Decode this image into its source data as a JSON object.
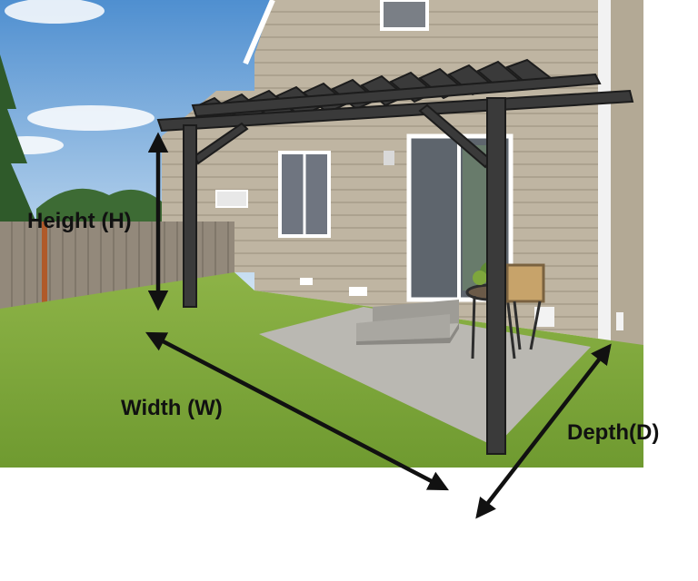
{
  "labels": {
    "height": "Height (H)",
    "width": "Width (W)",
    "depth": "Depth(D)"
  },
  "colors": {
    "sky_top": "#4f8fd0",
    "sky_bottom": "#cfe3f4",
    "siding": "#bdb3a0",
    "grass": "#7ea63c",
    "concrete": "#b8b6b1",
    "pergola": "#3a3a3a",
    "fence": "#8f8577",
    "arrow": "#111111"
  },
  "icons": {
    "height_arrow": "double-arrow-vertical-icon",
    "width_arrow": "double-arrow-diagonal-icon",
    "depth_arrow": "double-arrow-diagonal-icon"
  }
}
